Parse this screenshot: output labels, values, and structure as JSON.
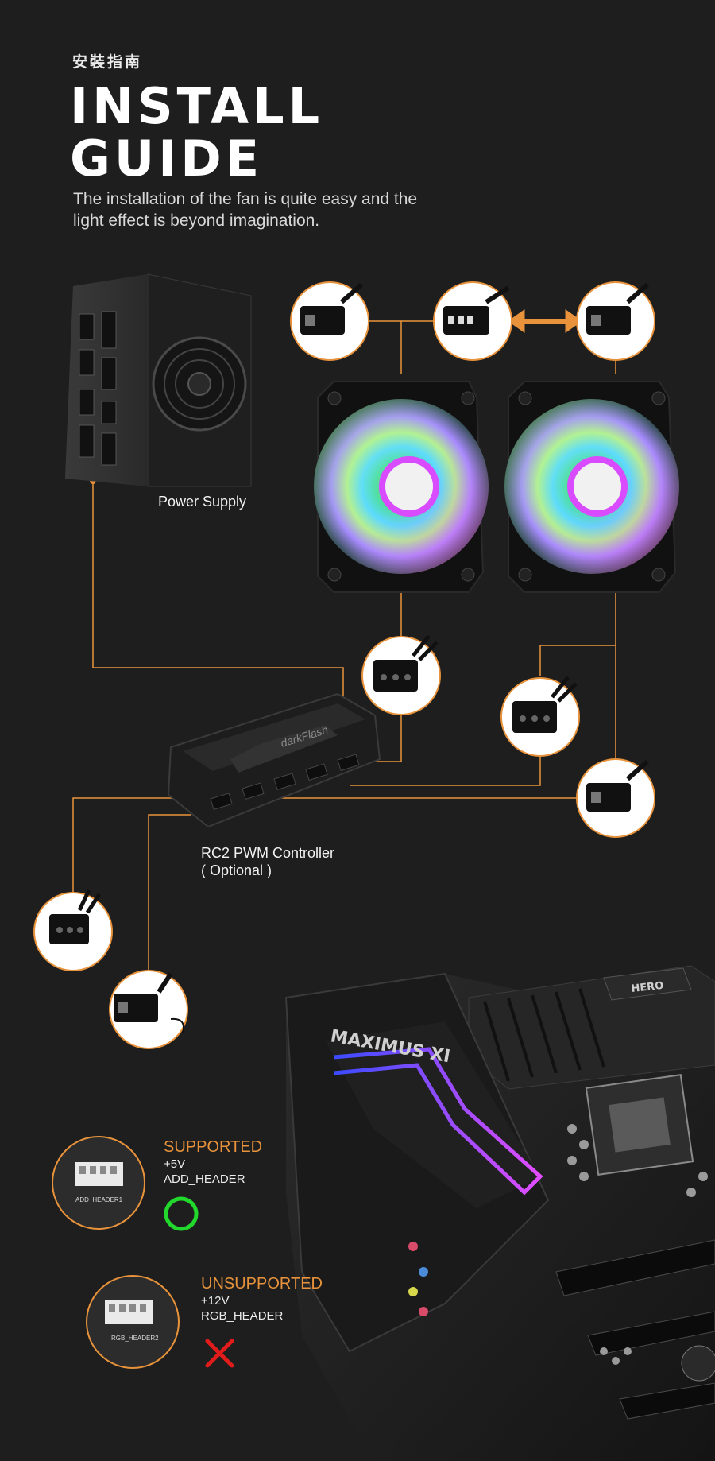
{
  "header": {
    "cn_title": "安裝指南",
    "title_line1": "INSTALL",
    "title_line2": "GUIDE",
    "subtitle_line1": "The installation of the fan is quite easy and the",
    "subtitle_line2": "light effect is beyond imagination."
  },
  "labels": {
    "power_supply": "Power Supply",
    "controller_line1": "RC2 PWM Controller",
    "controller_line2": "( Optional  )",
    "controller_logo": "darkFlash",
    "motherboard_brand": "MAXIMUS XI",
    "motherboard_badge": "HERO"
  },
  "headers": {
    "supported": {
      "status": "SUPPORTED",
      "voltage": "+5V",
      "name": "ADD_HEADER",
      "pin_text": "ADD_HEADER1",
      "mark": "circle-icon"
    },
    "unsupported": {
      "status": "UNSUPPORTED",
      "voltage": "+12V",
      "name": "RGB_HEADER",
      "pin_text": "RGB_HEADER2",
      "mark": "cross-icon"
    }
  },
  "colors": {
    "background": "#1e1e1e",
    "wire": "#e8933b",
    "supported_mark": "#22d82c",
    "unsupported_mark": "#e21b1b"
  }
}
